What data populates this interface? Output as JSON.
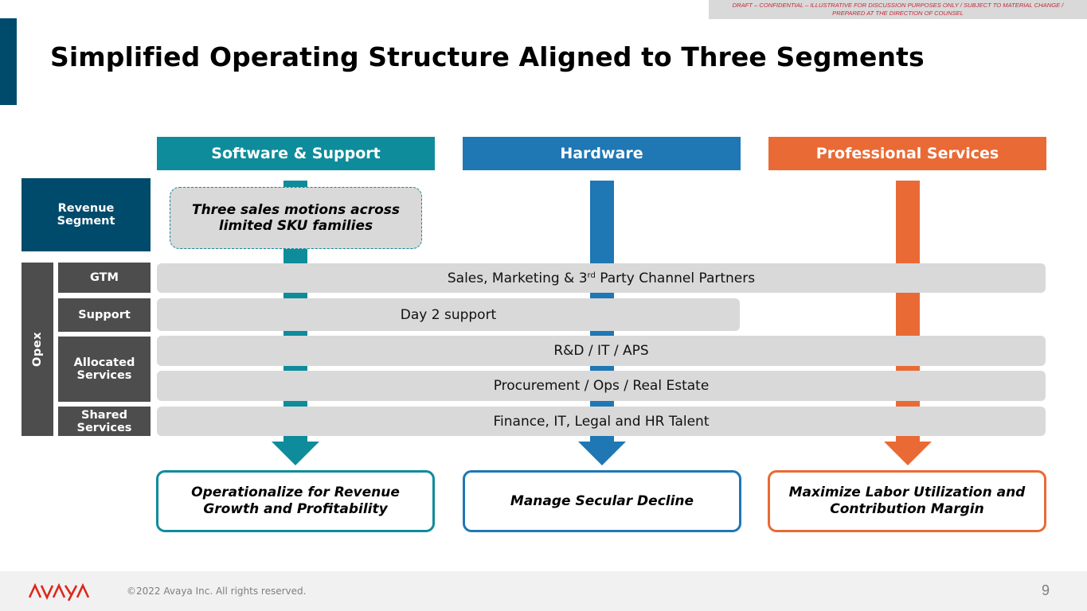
{
  "banner": {
    "text_line1": "DRAFT – CONFIDENTIAL – ILLUSTRATIVE FOR DISCUSSION PURPOSES ONLY / SUBJECT TO MATERIAL CHANGE /",
    "text_line2": "PREPARED AT THE DIRECTION OF COUNSEL"
  },
  "title": "Simplified Operating Structure Aligned to Three Segments",
  "colors": {
    "software": "#0e8c9b",
    "hardware": "#1f77b4",
    "services": "#e96a35",
    "navy": "#004b6b",
    "dark_grey": "#4d4d4d",
    "bar_grey": "#d9d9d9",
    "logo_red": "#da291c"
  },
  "segments": [
    {
      "name": "Software & Support",
      "outcome_line1": "Operationalize for Revenue",
      "outcome_line2": "Growth and Profitability"
    },
    {
      "name": "Hardware",
      "outcome_line1": "Manage Secular Decline",
      "outcome_line2": ""
    },
    {
      "name": "Professional Services",
      "outcome_line1": "Maximize Labor Utilization and",
      "outcome_line2": "Contribution Margin"
    }
  ],
  "left_labels": {
    "revenue_line1": "Revenue",
    "revenue_line2": "Segment",
    "opex": "Opex",
    "gtm": "GTM",
    "support": "Support",
    "allocated_line1": "Allocated",
    "allocated_line2": "Services",
    "shared_line1": "Shared",
    "shared_line2": "Services"
  },
  "callout": {
    "line1": "Three sales motions across",
    "line2": "limited SKU families"
  },
  "bars": {
    "gtm_prefix": "Sales, Marketing & 3",
    "gtm_sup": "rd",
    "gtm_suffix": " Party Channel Partners",
    "support": "Day 2 support",
    "allocated_1": "R&D / IT / APS",
    "allocated_2": "Procurement / Ops / Real Estate",
    "shared": "Finance, IT, Legal and HR Talent"
  },
  "footer": {
    "logo": "AVAYA",
    "copyright": "©2022 Avaya Inc. All rights reserved.",
    "page_number": "9"
  }
}
